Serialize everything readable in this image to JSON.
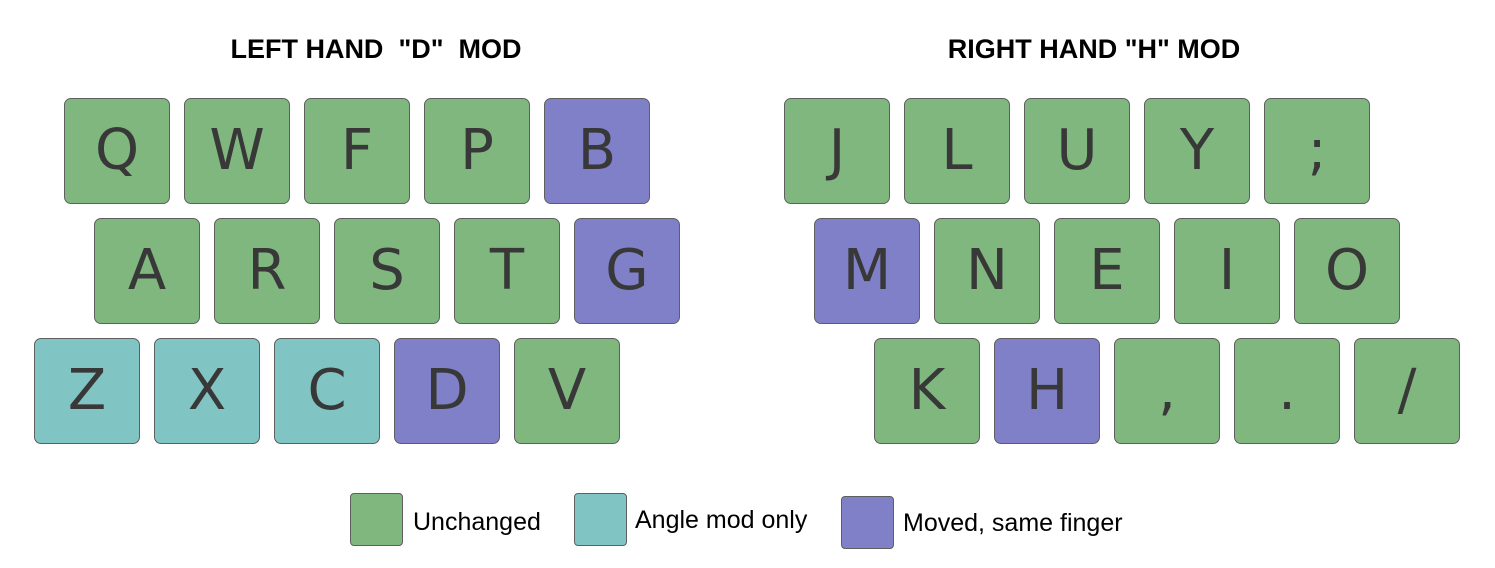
{
  "colors": {
    "unchanged": "#80b77f",
    "angle_mod_only": "#80c4c3",
    "moved_same_finger": "#8080c9"
  },
  "left_hand": {
    "title": "LEFT HAND  \"D\"  MOD",
    "rows": [
      [
        {
          "label": "Q",
          "category": "unchanged"
        },
        {
          "label": "W",
          "category": "unchanged"
        },
        {
          "label": "F",
          "category": "unchanged"
        },
        {
          "label": "P",
          "category": "unchanged"
        },
        {
          "label": "B",
          "category": "moved_same_finger"
        }
      ],
      [
        {
          "label": "A",
          "category": "unchanged"
        },
        {
          "label": "R",
          "category": "unchanged"
        },
        {
          "label": "S",
          "category": "unchanged"
        },
        {
          "label": "T",
          "category": "unchanged"
        },
        {
          "label": "G",
          "category": "moved_same_finger"
        }
      ],
      [
        {
          "label": "Z",
          "category": "angle_mod_only"
        },
        {
          "label": "X",
          "category": "angle_mod_only"
        },
        {
          "label": "C",
          "category": "angle_mod_only"
        },
        {
          "label": "D",
          "category": "moved_same_finger"
        },
        {
          "label": "V",
          "category": "unchanged"
        }
      ]
    ]
  },
  "right_hand": {
    "title": "RIGHT HAND \"H\" MOD",
    "rows": [
      [
        {
          "label": "J",
          "category": "unchanged"
        },
        {
          "label": "L",
          "category": "unchanged"
        },
        {
          "label": "U",
          "category": "unchanged"
        },
        {
          "label": "Y",
          "category": "unchanged"
        },
        {
          "label": ";",
          "category": "unchanged"
        }
      ],
      [
        {
          "label": "M",
          "category": "moved_same_finger"
        },
        {
          "label": "N",
          "category": "unchanged"
        },
        {
          "label": "E",
          "category": "unchanged"
        },
        {
          "label": "I",
          "category": "unchanged"
        },
        {
          "label": "O",
          "category": "unchanged"
        }
      ],
      [
        {
          "label": "K",
          "category": "unchanged"
        },
        {
          "label": "H",
          "category": "moved_same_finger"
        },
        {
          "label": ",",
          "category": "unchanged"
        },
        {
          "label": ".",
          "category": "unchanged"
        },
        {
          "label": "/",
          "category": "unchanged"
        }
      ]
    ]
  },
  "legend": [
    {
      "label": "Unchanged",
      "category": "unchanged"
    },
    {
      "label": "Angle mod only",
      "category": "angle_mod_only"
    },
    {
      "label": "Moved, same finger",
      "category": "moved_same_finger"
    }
  ]
}
